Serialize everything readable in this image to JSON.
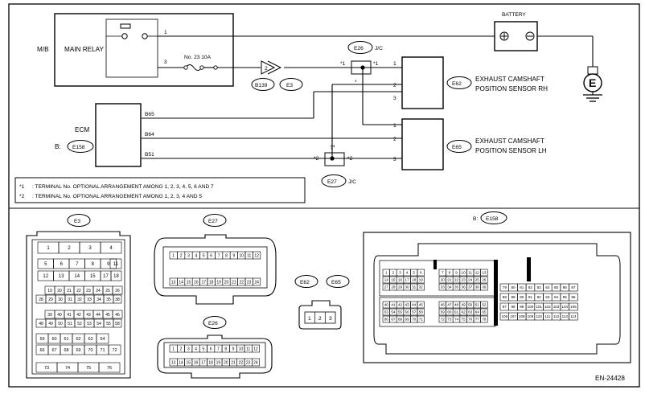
{
  "border": {
    "outer": "#000000"
  },
  "mb_label": "M/B",
  "main_relay_label": "MAIN RELAY",
  "relay_pin1": "1",
  "relay_pin3": "3",
  "fuse_label": "No. 23   10A",
  "battery_label": "BATTERY",
  "ground_symbol": "E",
  "b139_connector": {
    "num": "2",
    "label": "B139",
    "e3": "E3"
  },
  "e26_jc": {
    "id": "E26",
    "suffix": "J/C",
    "left_mark": "*1",
    "right_mark": "*1",
    "right_pin": "1",
    "bottom_mark": "*"
  },
  "e27_jc": {
    "id": "E27",
    "suffix": "J/C",
    "left_mark": "*2",
    "right_mark": "*2",
    "top_mark": "*2"
  },
  "e62_sensor": {
    "id": "E62",
    "name_line1": "EXHAUST CAMSHAFT",
    "name_line2": "POSITION SENSOR RH",
    "pins": [
      "2",
      "3"
    ]
  },
  "e65_sensor": {
    "id": "E65",
    "name_line1": "EXHAUST CAMSHAFT",
    "name_line2": "POSITION SENSOR LH",
    "pins": [
      "1",
      "2",
      "3"
    ]
  },
  "ecm": {
    "label": "ECM",
    "b_prefix": "B:",
    "connector": "E158",
    "pins": [
      "B65",
      "B64",
      "B51"
    ]
  },
  "notes": [
    {
      "mark": "*1",
      "text": ": TERMINAL No. OPTIONAL ARRANGEMENT AMONG 1, 2, 3, 4, 5, 6 AND 7"
    },
    {
      "mark": "*2",
      "text": ": TERMINAL No. OPTIONAL ARRANGEMENT AMONG 1, 2, 3, 4 AND 5"
    }
  ],
  "face_e3": {
    "label": "E3"
  },
  "face_e27": {
    "label": "E27"
  },
  "face_e26": {
    "label": "E26"
  },
  "face_e62_e65": {
    "label1": "E62",
    "label2": "E65",
    "pins": [
      "1",
      "2",
      "3"
    ]
  },
  "face_e158": {
    "prefix": "B:",
    "label": "E158"
  },
  "footer_code": "EN-24428"
}
